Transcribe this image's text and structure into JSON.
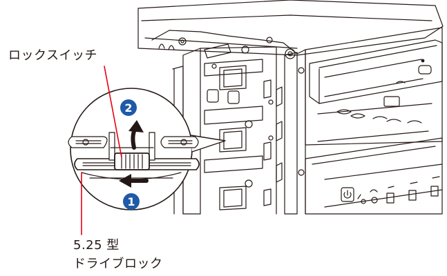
{
  "labels": {
    "lock_switch": "ロックスイッチ",
    "drive_block_size": "5.25 型",
    "drive_block_name": "ドライブロック"
  },
  "steps": [
    {
      "number": "2",
      "action": "push-up-arrow"
    },
    {
      "number": "1",
      "action": "push-left-arrow"
    }
  ],
  "colors": {
    "leader_line": "#e60012",
    "step_badge": "#1f5aa8",
    "line_art": "#231815"
  },
  "icons": {
    "power": "power-icon",
    "headphone": "headphone-icon",
    "microphone": "mic-icon",
    "usb": "usb-icon"
  }
}
